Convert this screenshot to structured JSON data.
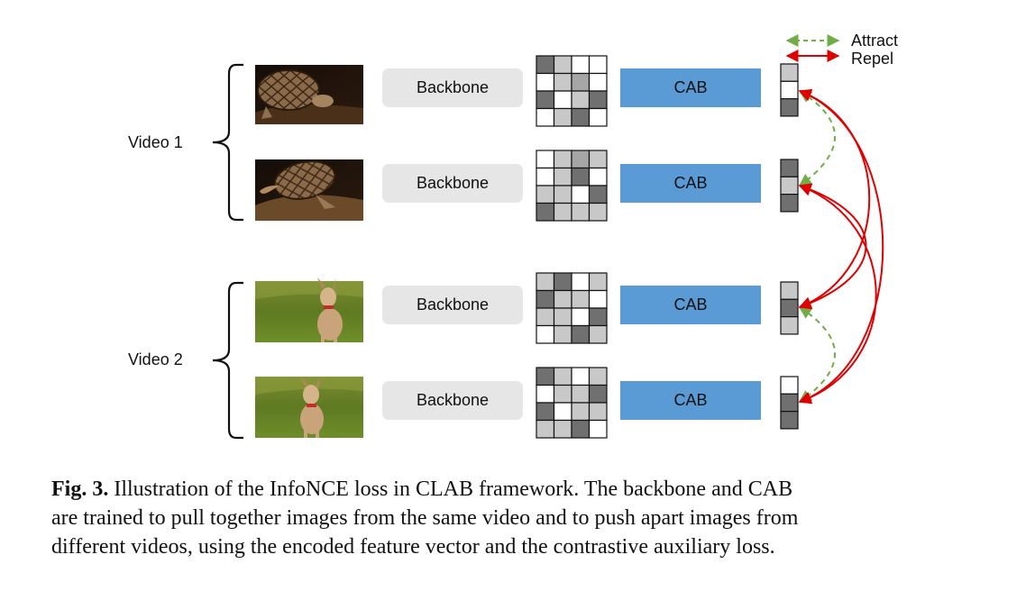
{
  "legend": {
    "attract": "Attract",
    "repel": "Repel",
    "attract_color": "#70ad47",
    "repel_color": "#e00000"
  },
  "videos": [
    {
      "label": "Video 1",
      "rows": [
        {
          "image": "tortoise",
          "backbone": "Backbone",
          "cab": "CAB",
          "grid": [
            [
              3,
              1,
              0,
              0
            ],
            [
              0,
              1,
              2,
              0
            ],
            [
              3,
              0,
              1,
              3
            ],
            [
              0,
              1,
              3,
              0
            ]
          ],
          "vector": [
            1,
            0,
            3
          ]
        },
        {
          "image": "tortoise",
          "backbone": "Backbone",
          "cab": "CAB",
          "grid": [
            [
              0,
              1,
              2,
              1
            ],
            [
              0,
              1,
              3,
              0
            ],
            [
              1,
              1,
              0,
              3
            ],
            [
              3,
              1,
              1,
              1
            ]
          ],
          "vector": [
            3,
            1,
            3
          ]
        }
      ]
    },
    {
      "label": "Video 2",
      "rows": [
        {
          "image": "dog",
          "backbone": "Backbone",
          "cab": "CAB",
          "grid": [
            [
              1,
              3,
              0,
              1
            ],
            [
              3,
              1,
              1,
              0
            ],
            [
              1,
              1,
              0,
              3
            ],
            [
              0,
              1,
              3,
              1
            ]
          ],
          "vector": [
            1,
            3,
            1
          ]
        },
        {
          "image": "dog",
          "backbone": "Backbone",
          "cab": "CAB",
          "grid": [
            [
              3,
              1,
              0,
              1
            ],
            [
              0,
              1,
              1,
              3
            ],
            [
              3,
              0,
              1,
              1
            ],
            [
              1,
              1,
              3,
              0
            ]
          ],
          "vector": [
            0,
            3,
            3
          ]
        }
      ]
    }
  ],
  "colors": {
    "backbone_fill": "#e6e6e6",
    "cab_fill": "#5b9bd5",
    "cell_levels": [
      "#ffffff",
      "#c8c8c8",
      "#a6a6a6",
      "#707070"
    ]
  },
  "caption": {
    "prefix": "Fig. 3.",
    "lines": [
      " Illustration of the InfoNCE loss in CLAB framework. The backbone and CAB",
      "are trained to pull together images from the same video and to push apart images from",
      "different videos, using the encoded feature vector and the contrastive auxiliary loss."
    ]
  }
}
